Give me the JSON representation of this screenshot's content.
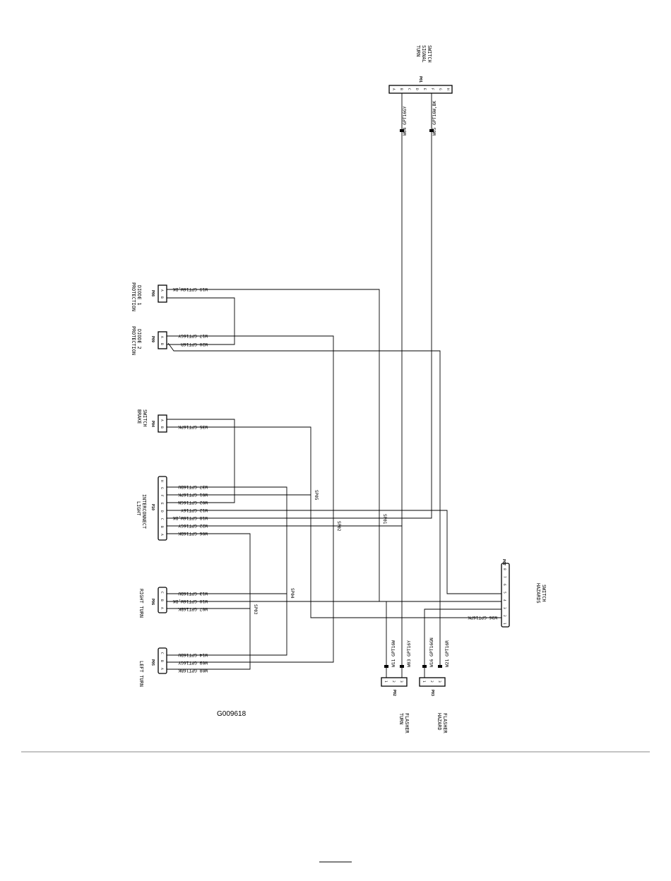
{
  "figure_id": "G009618",
  "connectors": {
    "turn_signal_switch": {
      "name_lines": [
        "TURN",
        "SIGNAL",
        "SWITCH"
      ],
      "id": "P01",
      "pins": [
        "A",
        "B",
        "C",
        "D",
        "E",
        "F",
        "G",
        "H"
      ]
    },
    "protection_diode_1": {
      "name_lines": [
        "PROTECTION",
        "DIODE 1"
      ],
      "id": "P08",
      "pins": [
        "A",
        "B"
      ]
    },
    "protection_diode_2": {
      "name_lines": [
        "PROTECTION",
        "DIODE 2"
      ],
      "id": "P09",
      "pins": [
        "A",
        "B"
      ]
    },
    "brake_switch": {
      "name_lines": [
        "BRAKE",
        "SWITCH"
      ],
      "id": "P04",
      "pins": [
        "A",
        "B"
      ]
    },
    "light_interconnect": {
      "name_lines": [
        "LIGHT",
        "INTERCONNECT"
      ],
      "id": "P10",
      "pins": [
        "A",
        "B",
        "C",
        "D",
        "E",
        "F",
        "G",
        "H"
      ]
    },
    "right_turn": {
      "name_lines": [
        "RIGHT TURN"
      ],
      "id": "P06",
      "pins": [
        "A",
        "B",
        "C"
      ]
    },
    "left_turn": {
      "name_lines": [
        "LEFT TURN"
      ],
      "id": "P05",
      "pins": [
        "A",
        "B",
        "C"
      ]
    },
    "hazards_switch": {
      "name_lines": [
        "HAZARDS",
        "SWITCH"
      ],
      "id": "P07",
      "pins": [
        "1",
        "2",
        "3",
        "4",
        "5",
        "6",
        "7",
        "8"
      ]
    },
    "turn_flasher": {
      "name_lines": [
        "TURN",
        "FLASHER"
      ],
      "id": "P02",
      "pins": [
        "1",
        "2",
        "3"
      ]
    },
    "hazard_flasher": {
      "name_lines": [
        "HAZARD",
        "FLASHER"
      ],
      "id": "P03",
      "pins": [
        "1",
        "2",
        "3"
      ]
    }
  },
  "wires": {
    "w04": "W04 GPT16GY",
    "w05": "W05 GPT16W,BK",
    "w19": "W19 GPT16W,BK",
    "w17": "W17 GPT16GY",
    "w20": "W20 GPT16R",
    "w35": "W35 GPT16PK",
    "w37": "W37 GPT16BU",
    "w01": "W01 GPT16PK",
    "w02": "W02 GPT16GN",
    "w12": "W12 GPT16Y",
    "w18": "W18 GPT16W,BK",
    "w22": "W22 GPT16GY",
    "w06": "W06 GPT16BK",
    "w13": "W13 GPT16BU",
    "w10": "W10 GPT16W,BK",
    "w07": "W07 GPT16BK",
    "w14": "W14 GPT16BU",
    "w09": "W09 GPT16GY",
    "w08": "W08 GPT16BK",
    "w36": "W36 GPT16PK",
    "w11": "W11 GPT16W",
    "w03": "W03 GPT16Y",
    "w16": "W16 GPT16GN",
    "w21": "W21 GPT16R"
  },
  "splices": [
    "SP01",
    "SP02",
    "SP03",
    "SP04",
    "SP05"
  ]
}
